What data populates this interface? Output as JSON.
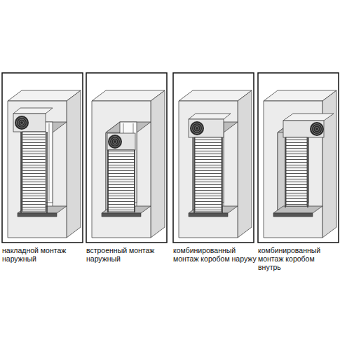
{
  "diagram": {
    "labels": [
      "накладной монтаж наружный",
      "встроенный монтаж наружный",
      "комбинированный монтаж коробом наружу",
      "комбинированный монтаж коробом внутрь"
    ]
  }
}
